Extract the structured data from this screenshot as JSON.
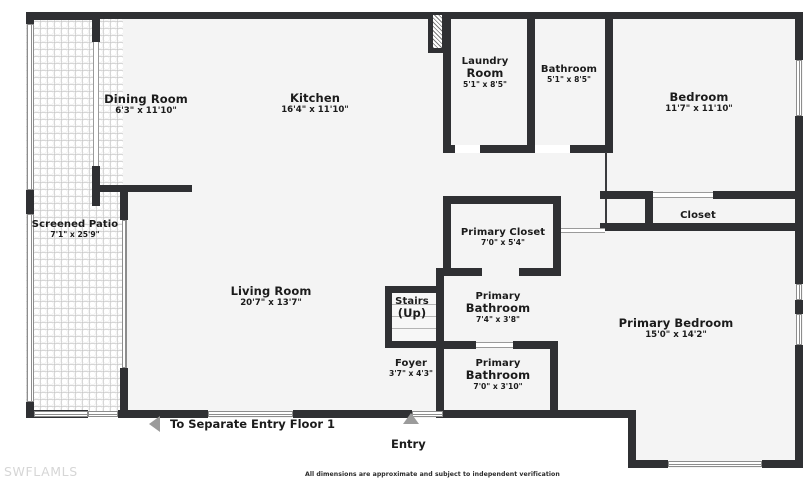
{
  "plan": {
    "watermark": "SWFLAMLS",
    "disclaimer": "All dimensions are approximate and subject to independent verification",
    "colors": {
      "wall": "#2f3033",
      "floor": "#f4f4f4",
      "patio_hatch": "#fafafa",
      "text": "#1b1b1b",
      "arrow": "#9b9b9b",
      "watermark": "#d6d6d6"
    }
  },
  "rooms": [
    {
      "id": "dining-room",
      "name": "Dining Room",
      "name2": "",
      "dimensions": "6'3\" x 11'10\""
    },
    {
      "id": "kitchen",
      "name": "Kitchen",
      "name2": "",
      "dimensions": "16'4\" x 11'10\""
    },
    {
      "id": "laundry-room",
      "name": "Laundry",
      "name2": "Room",
      "dimensions": "5'1\" x 8'5\""
    },
    {
      "id": "bathroom",
      "name": "Bathroom",
      "name2": "",
      "dimensions": "5'1\" x 8'5\""
    },
    {
      "id": "bedroom",
      "name": "Bedroom",
      "name2": "",
      "dimensions": "11'7\" x 11'10\""
    },
    {
      "id": "screened-patio",
      "name": "Screened Patio",
      "name2": "",
      "dimensions": "7'1\" x 25'9\""
    },
    {
      "id": "living-room",
      "name": "Living Room",
      "name2": "",
      "dimensions": "20'7\" x 13'7\""
    },
    {
      "id": "primary-closet",
      "name": "Primary Closet",
      "name2": "",
      "dimensions": "7'0\" x 5'4\""
    },
    {
      "id": "closet",
      "name": "Closet",
      "name2": "",
      "dimensions": ""
    },
    {
      "id": "stairs",
      "name": "Stairs",
      "name2": "(Up)",
      "dimensions": ""
    },
    {
      "id": "primary-bathroom-upper",
      "name": "Primary",
      "name2": "Bathroom",
      "dimensions": "7'4\" x 3'8\""
    },
    {
      "id": "primary-bathroom-lower",
      "name": "Primary",
      "name2": "Bathroom",
      "dimensions": "7'0\" x 3'10\""
    },
    {
      "id": "foyer",
      "name": "Foyer",
      "name2": "",
      "dimensions": "3'7\" x 4'3\""
    },
    {
      "id": "primary-bedroom",
      "name": "Primary Bedroom",
      "name2": "",
      "dimensions": "15'0\" x 14'2\""
    }
  ],
  "annotations": {
    "separate_entry": "To Separate Entry Floor 1",
    "entry": "Entry"
  }
}
